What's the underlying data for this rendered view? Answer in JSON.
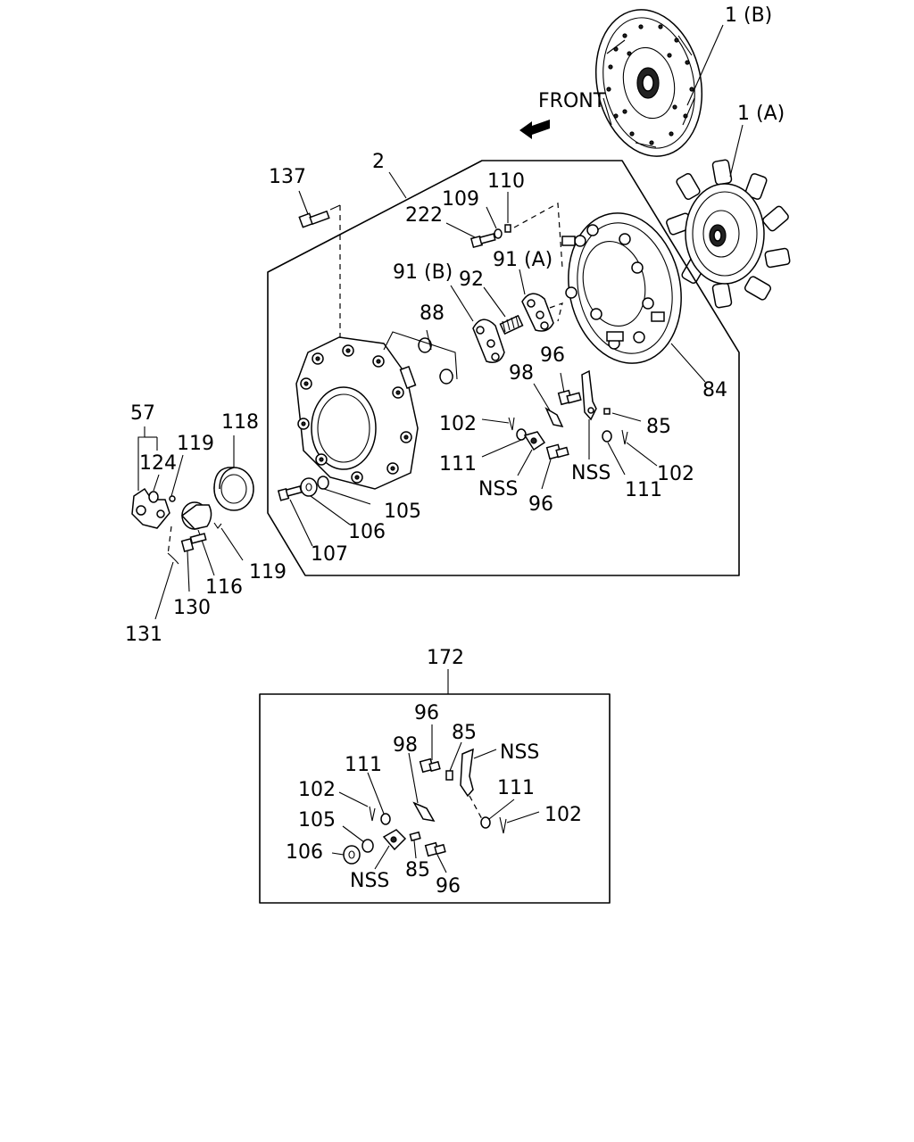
{
  "front_label": "FRONT",
  "callouts": {
    "c1b": "1 (B)",
    "c1a": "1 (A)",
    "c2": "2",
    "c137": "137",
    "c222": "222",
    "c109": "109",
    "c110": "110",
    "c91b": "91 (B)",
    "c92": "92",
    "c91a": "91 (A)",
    "c88": "88",
    "c84": "84",
    "c96a": "96",
    "c98a": "98",
    "c102a": "102",
    "c85a": "85",
    "c111a": "111",
    "cnss_a": "NSS",
    "cnss_b": "NSS",
    "c96b": "96",
    "c111b": "111",
    "c102b": "102",
    "c105a": "105",
    "c106a": "106",
    "c107": "107",
    "c57": "57",
    "c118": "118",
    "c119a": "119",
    "c124": "124",
    "c116": "116",
    "c119b": "119",
    "c130": "130",
    "c131": "131",
    "c172": "172",
    "c96c": "96",
    "c85b": "85",
    "cnss_c": "NSS",
    "c98b": "98",
    "c111c": "111",
    "c102c": "102",
    "c105b": "105",
    "c111d": "111",
    "c102d": "102",
    "c106b": "106",
    "cnss_d": "NSS",
    "c85c": "85",
    "c96d": "96"
  }
}
